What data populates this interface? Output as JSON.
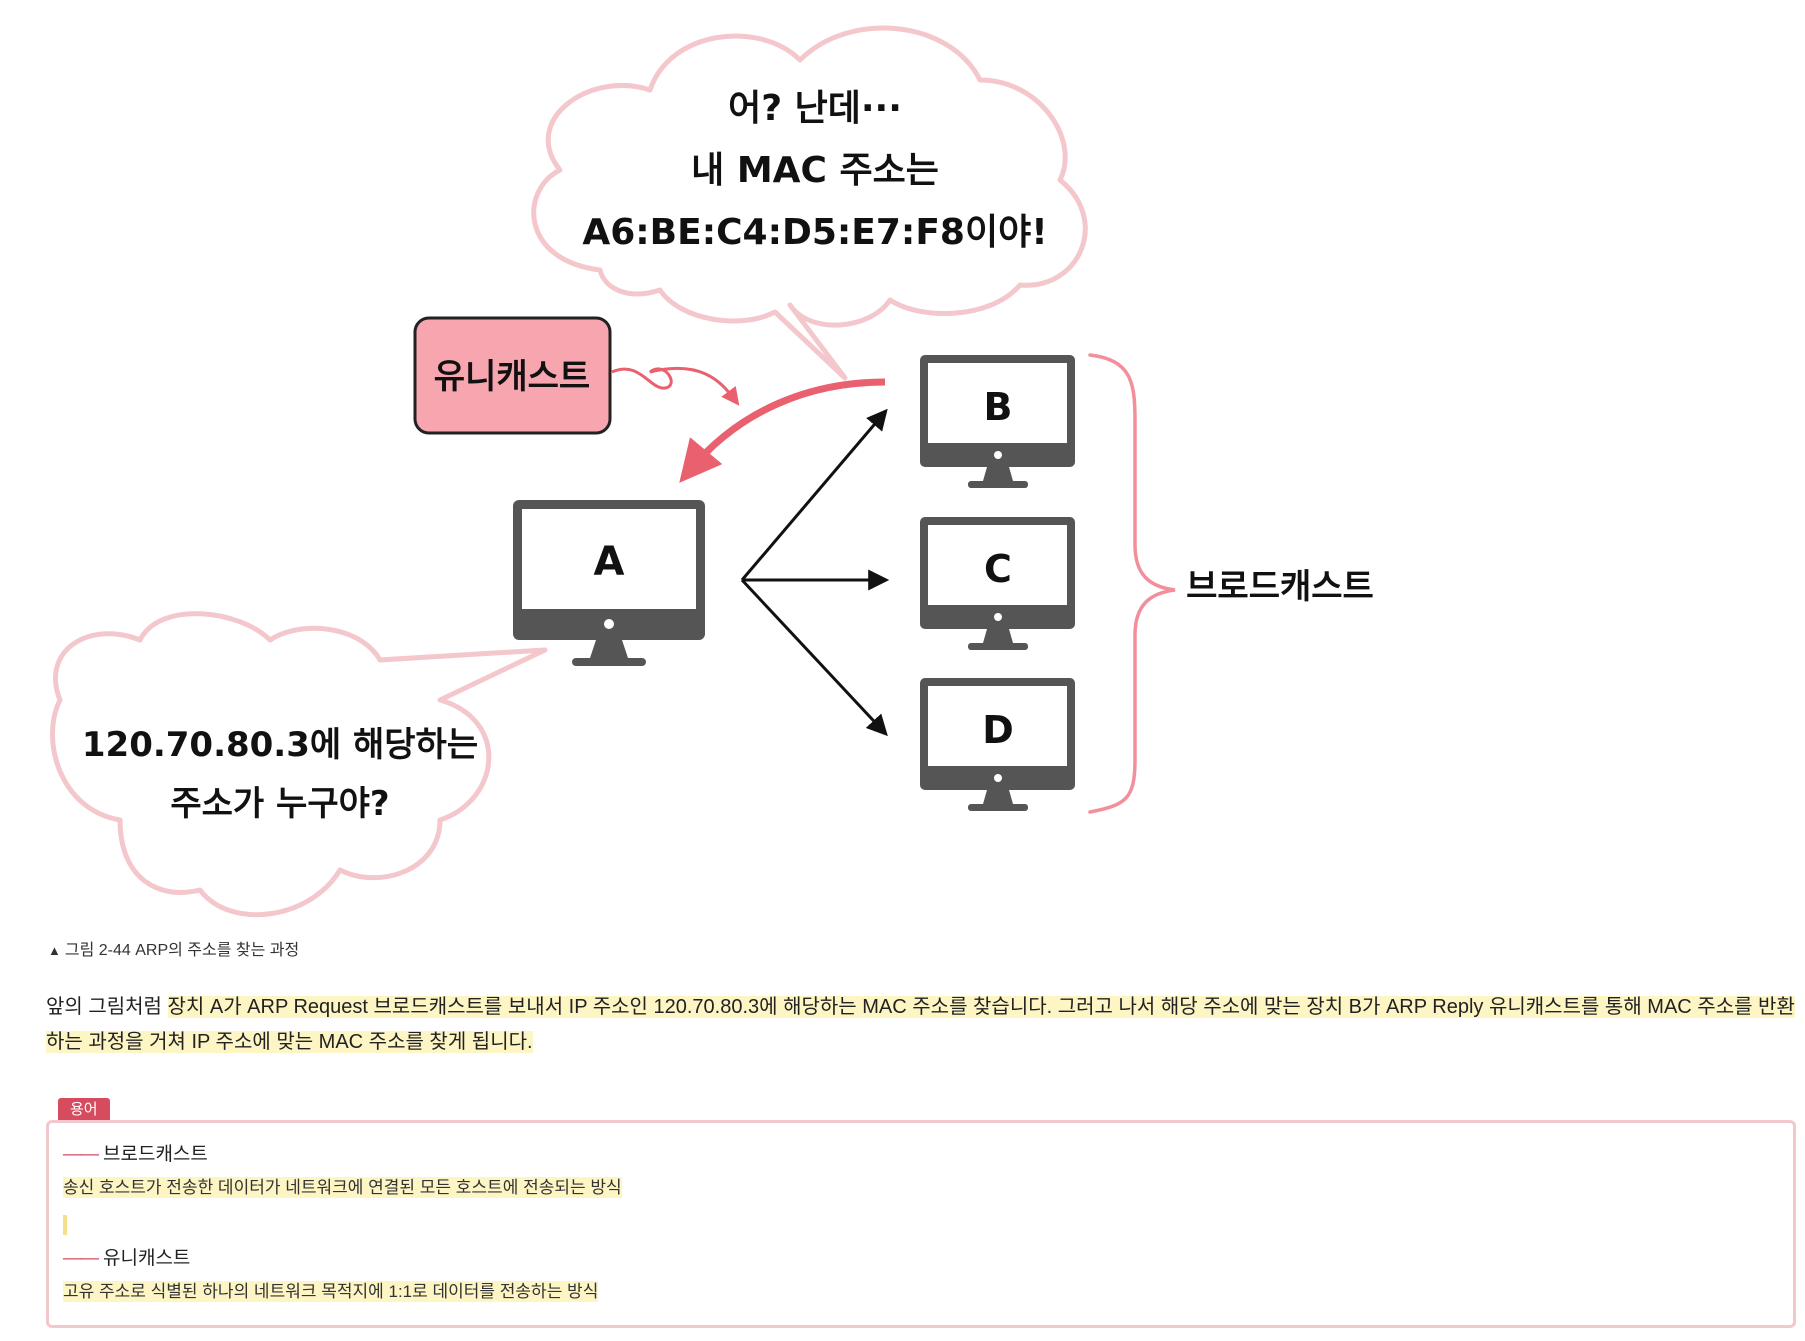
{
  "figure": {
    "bubble_top": [
      "어? 난데···",
      "내 MAC 주소는",
      "A6:BE:C4:D5:E7:F8이야!"
    ],
    "bubble_bottom": [
      "120.70.80.3에 해당하는",
      "주소가 누구야?"
    ],
    "unicast_label": "유니캐스트",
    "broadcast_label": "브로드캐스트",
    "hosts": [
      "A",
      "B",
      "C",
      "D"
    ],
    "colors": {
      "pink_fill": "#f7a5ae",
      "pink_stroke": "#f4c7cc",
      "arrow_pink": "#e9606f",
      "monitor": "#555555"
    }
  },
  "caption": {
    "marker": "▲",
    "text": "그림 2-44 ARP의 주소를 찾는 과정"
  },
  "paragraph": {
    "plain": "앞의 그림처럼 ",
    "highlighted": "장치 A가 ARP Request 브로드캐스트를 보내서 IP 주소인 120.70.80.3에 해당하는 MAC 주소를 찾습니다. 그러고 나서 해당 주소에 맞는 장치 B가 ARP Reply 유니캐스트를 통해 MAC 주소를 반환하는 과정을 거쳐 IP 주소에 맞는 MAC 주소를 찾게 됩니다."
  },
  "terms": {
    "tag": "용어",
    "dash": "——",
    "items": [
      {
        "title": "브로드캐스트",
        "desc": "송신 호스트가 전송한 데이터가 네트워크에 연결된 모든 호스트에 전송되는 방식"
      },
      {
        "title": "유니캐스트",
        "desc": "고유 주소로 식별된 하나의 네트워크 목적지에 1:1로 데이터를 전송하는 방식"
      }
    ]
  }
}
